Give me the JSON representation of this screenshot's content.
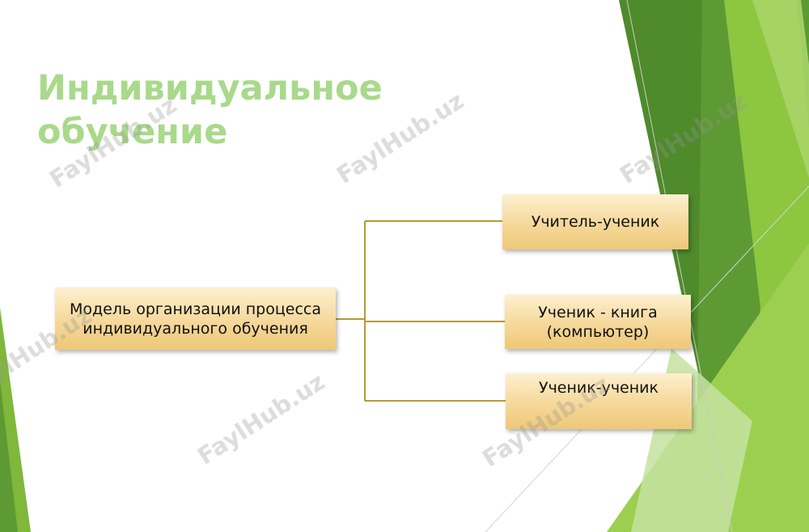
{
  "slide": {
    "title": "Индивидуальное обучение"
  },
  "diagram": {
    "root": "Модель организации процесса индивидуального обучения",
    "children": [
      "Учитель-ученик",
      "Ученик - книга (компьютер)",
      "Ученик-ученик"
    ]
  },
  "watermark": {
    "text": "FaylHub.uz"
  },
  "colors": {
    "title": "#a9d98a",
    "connector": "#b89a34",
    "box_light": "#fdf0cf",
    "box_dark": "#eec878",
    "green_dark": "#4f8a2b",
    "green_mid": "#6fa73a",
    "green_light": "#8dc63f"
  }
}
